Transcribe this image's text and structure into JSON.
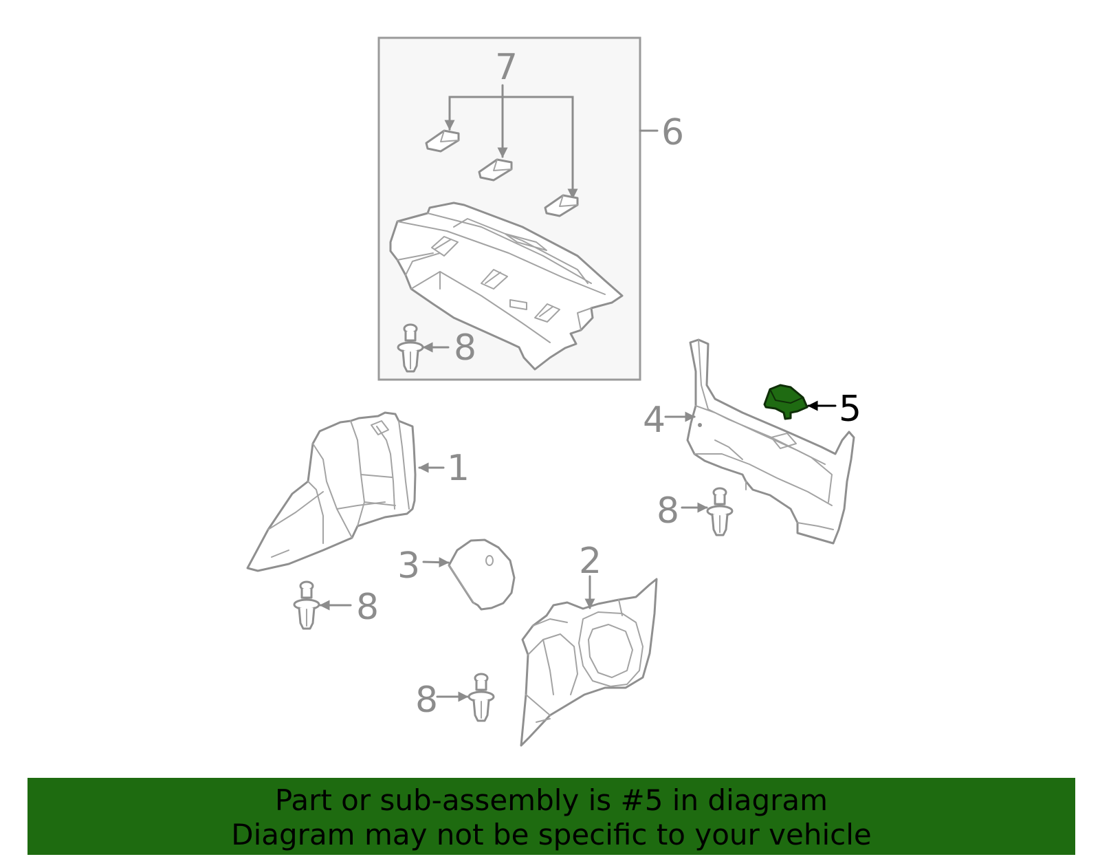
{
  "diagram": {
    "callouts": [
      "1",
      "2",
      "3",
      "4",
      "5",
      "6",
      "7",
      "8"
    ],
    "highlighted_part": "5",
    "colors": {
      "part_stroke": "#8f8f8f",
      "highlight_fill": "#1f6b12",
      "banner_bg": "#1e6b10",
      "inset_bg": "#f7f7f7"
    }
  },
  "banner": {
    "line1": "Part or sub-assembly is #5 in diagram",
    "line2": "Diagram may not be specific to your vehicle"
  }
}
